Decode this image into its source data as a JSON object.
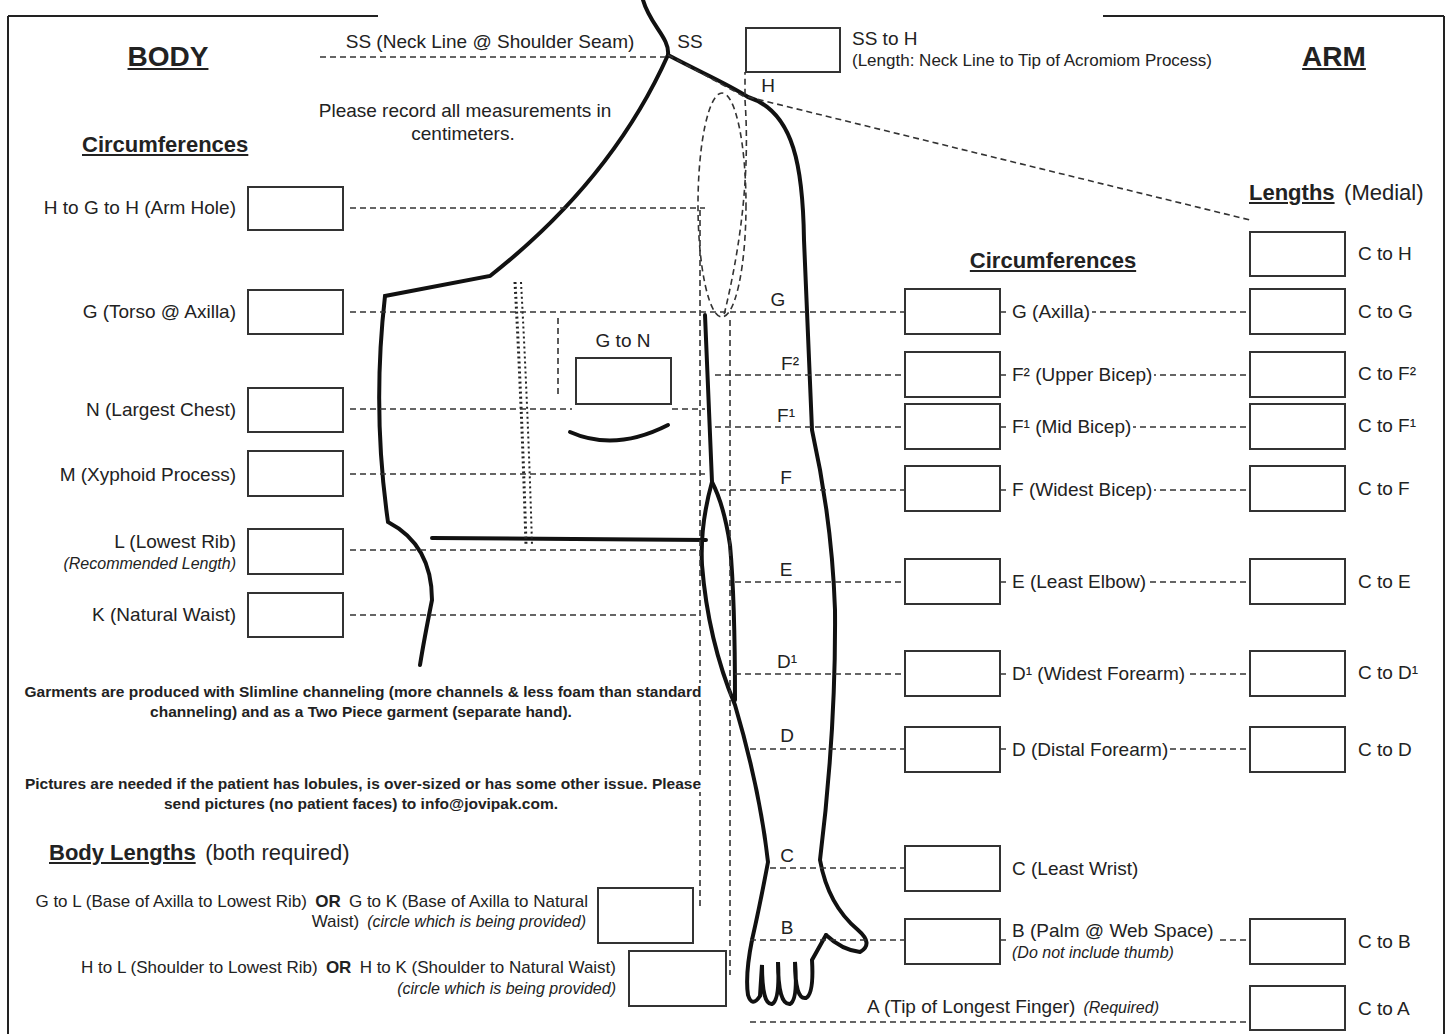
{
  "diagram": {
    "labels": [
      "BODY",
      "SS (Neck Line @ Shoulder Seam)",
      "SS",
      "SS to H",
      "(Length: Neck Line to Tip of Acromiom Process)",
      "ARM",
      "H",
      "Please record all measurements in centimeters.",
      "Circumferences",
      "H to G to H (Arm Hole)",
      "Lengths",
      "(Medial)",
      "C to H",
      "Circumferences",
      "G (Torso @ Axilla)",
      "G",
      "G (Axilla)",
      "C to G",
      "G to N",
      "F²",
      "F² (Upper Bicep)",
      "C to F²",
      "N (Largest Chest)",
      "F¹",
      "F¹ (Mid Bicep)",
      "C to F¹",
      "M (Xyphoid Process)",
      "F",
      "F (Widest Bicep)",
      "C to F",
      "L (Lowest Rib)",
      "(Recommended Length)",
      "E",
      "E (Least Elbow)",
      "C to E",
      "K (Natural Waist)",
      "Garments are produced with Slimline channeling (more channels & less foam than standard channeling) and as a Two Piece garment (separate hand).",
      "D¹",
      "D¹ (Widest Forearm)",
      "C to D¹",
      "Pictures are needed if the patient has lobules, is over-sized or has some other issue. Please send pictures (no patient faces) to info@jovipak.com.",
      "D",
      "D (Distal Forearm)",
      "C to D",
      "Body Lengths",
      "(both required)",
      "C",
      "C (Least Wrist)",
      "G to L (Base of Axilla to Lowest Rib)",
      "OR",
      "G to K (Base of Axilla to Natural Waist)",
      "(circle which is being provided)",
      "B",
      "B (Palm @ Web Space)",
      "(Do not include thumb)",
      "C to B",
      "H to L (Shoulder to Lowest Rib)",
      "OR",
      "H to K (Shoulder to Natural Waist)",
      "(circle which is being provided)",
      "A (Tip of Longest Finger)",
      "(Required)",
      "C to A"
    ]
  }
}
